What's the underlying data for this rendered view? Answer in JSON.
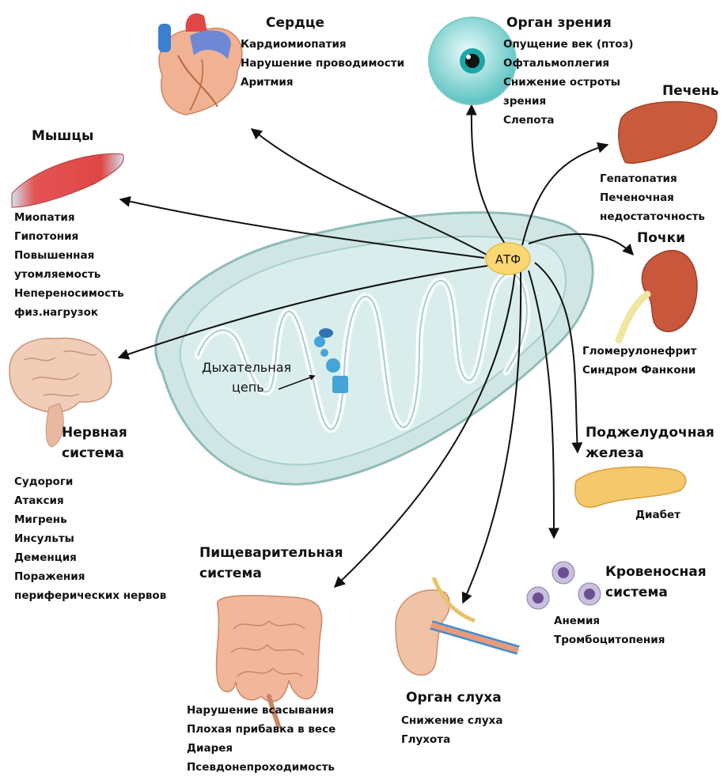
{
  "center": {
    "label": "АТФ",
    "respiratory_chain": "Дыхательная цепь"
  },
  "organs": {
    "heart": {
      "icon": "heart-icon",
      "title": "Сердце",
      "items": [
        "Кардиомиопатия",
        "Нарушение проводимости",
        "Аритмия"
      ]
    },
    "eye": {
      "icon": "eye-icon",
      "title": "Орган зрения",
      "items": [
        "Опущение век (птоз)",
        "Офтальмоплегия",
        "Снижение остроты",
        "зрения",
        "Слепота"
      ]
    },
    "liver": {
      "icon": "liver-icon",
      "title": "Печень",
      "items": [
        "Гепатопатия",
        "Печеночная",
        "недостаточность"
      ]
    },
    "muscle": {
      "icon": "muscle-icon",
      "title": "Мышцы",
      "items": [
        "Миопатия",
        "Гипотония",
        "Повышенная",
        "утомляемость",
        "Непереносимость",
        "физ.нагрузок"
      ]
    },
    "kidney": {
      "icon": "kidney-icon",
      "title": "Почки",
      "items": [
        "Гломерулонефрит",
        "Синдром Фанкони"
      ]
    },
    "brain": {
      "icon": "brain-icon",
      "title": "Нервная система",
      "title_lines": [
        "Нервная",
        "система"
      ],
      "items": [
        "Судороги",
        "Атаксия",
        "Мигрень",
        "Инсульты",
        "Деменция",
        "Поражения",
        "периферических нервов"
      ]
    },
    "pancreas": {
      "icon": "pancreas-icon",
      "title": "Поджелудочная железа",
      "title_lines": [
        "Поджелудочная",
        "железа"
      ],
      "items": [
        "Диабет"
      ]
    },
    "gut": {
      "icon": "intestine-icon",
      "title": "Пищеварительная система",
      "title_lines": [
        "Пищеварительная",
        "система"
      ],
      "items": [
        "Нарушение всасывания",
        "Плохая прибавка в весе",
        "Диарея",
        "Псевдонепроходимость"
      ]
    },
    "ear": {
      "icon": "ear-icon",
      "title": "Орган слуха",
      "items": [
        "Снижение слуха",
        "Глухота"
      ]
    },
    "blood": {
      "icon": "blood-cells-icon",
      "title": "Кровеносная система",
      "title_lines": [
        "Кровеносная",
        "система"
      ],
      "items": [
        "Анемия",
        "Тромбоцитопения"
      ]
    }
  },
  "colors": {
    "mitochondrion": "#cfe6e4",
    "mitochondrion_edge": "#8fbcb8",
    "atp_badge": "#fbd873",
    "arrow": "#111111"
  }
}
